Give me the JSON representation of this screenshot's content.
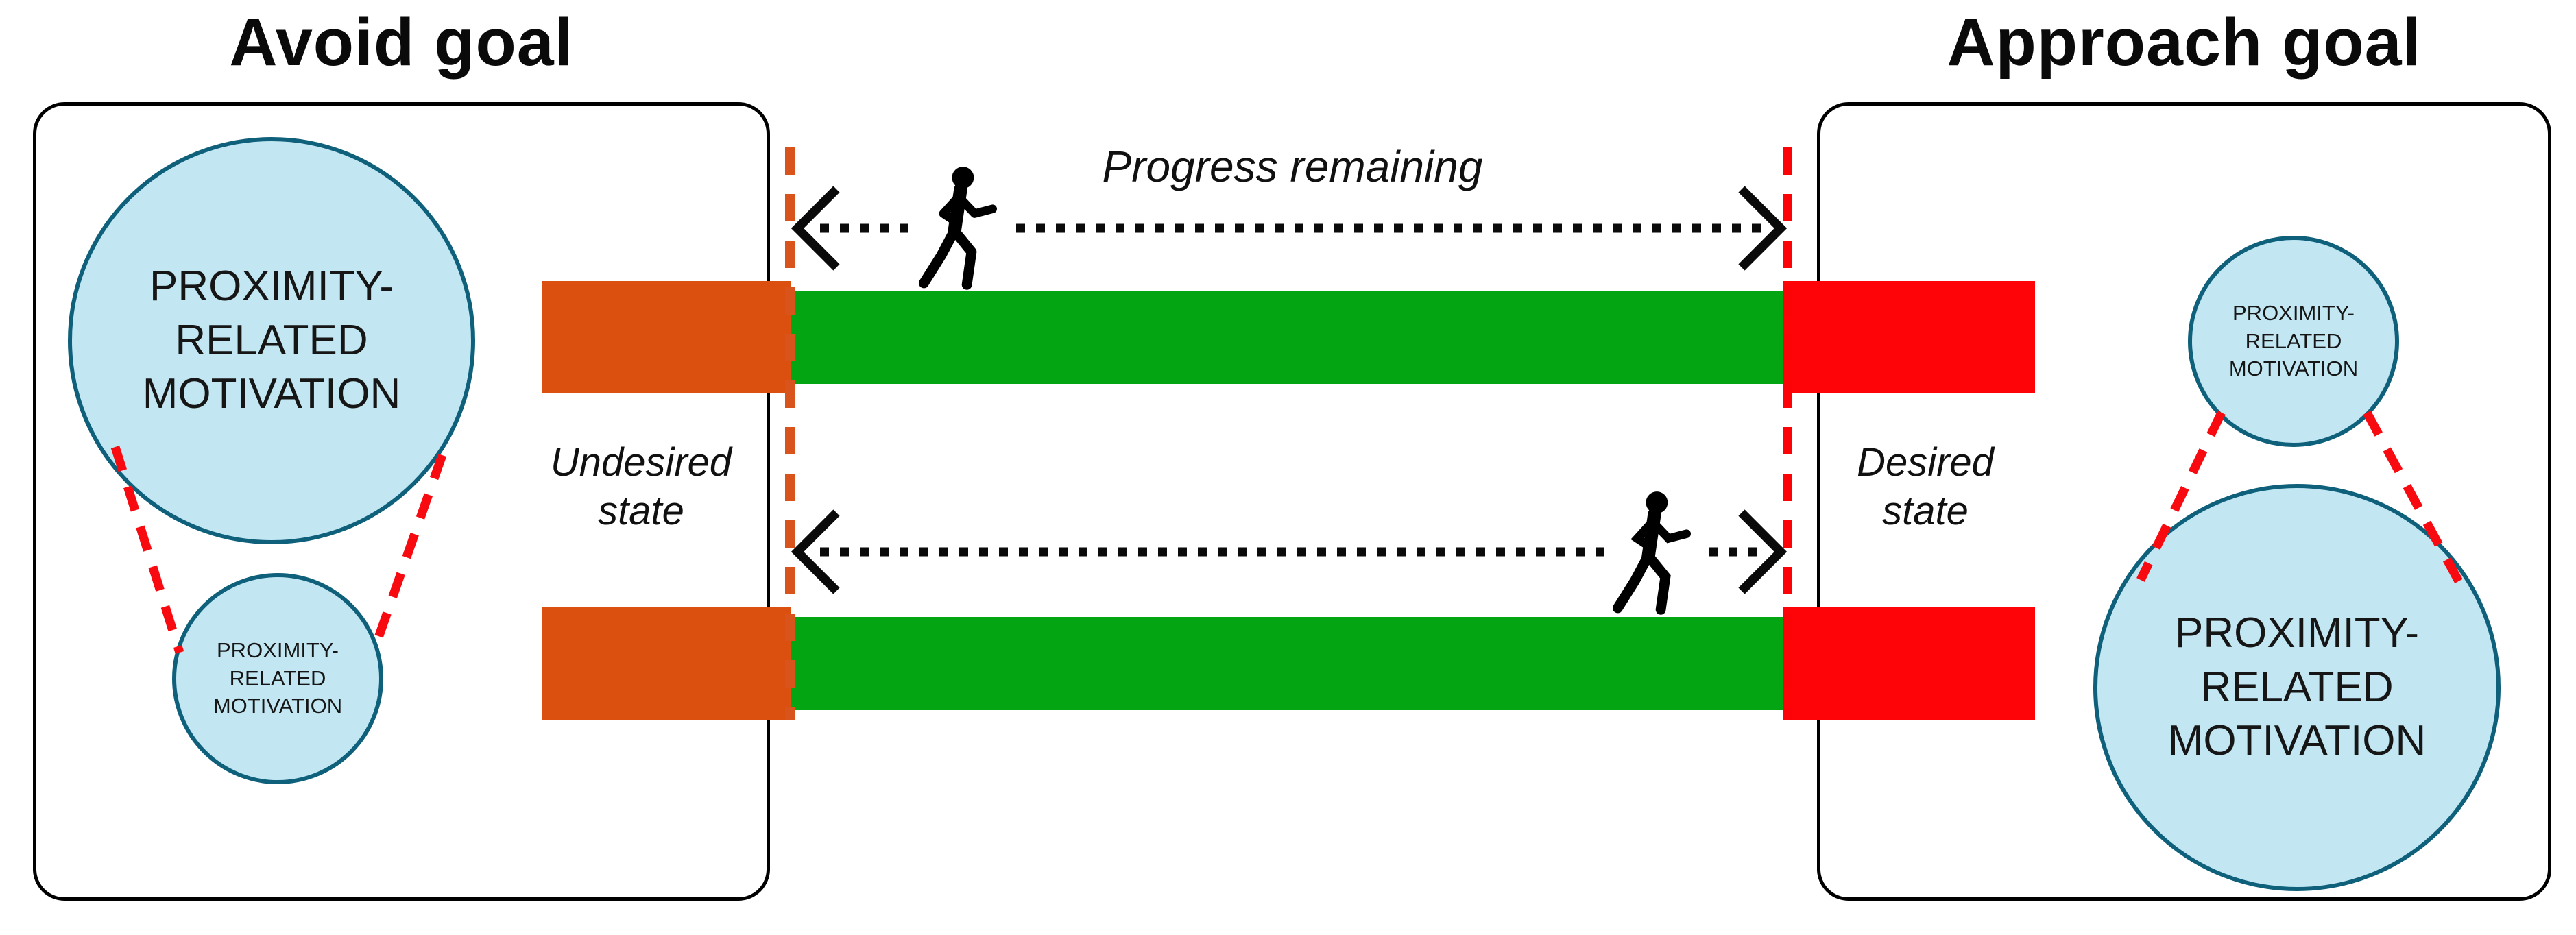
{
  "figure": {
    "avoid_goal": {
      "title": "Avoid goal",
      "large_circle_lines": [
        "PROXIMITY-",
        "RELATED",
        "MOTIVATION"
      ],
      "small_circle_lines": [
        "PROXIMITY-",
        "RELATED",
        "MOTIVATION"
      ],
      "state_label_lines": [
        "Undesired",
        "state"
      ]
    },
    "approach_goal": {
      "title": "Approach goal",
      "small_circle_lines": [
        "PROXIMITY-",
        "RELATED",
        "MOTIVATION"
      ],
      "large_circle_lines": [
        "PROXIMITY-",
        "RELATED",
        "MOTIVATION"
      ],
      "state_label_lines": [
        "Desired",
        "state"
      ]
    },
    "progress_label": "Progress remaining"
  },
  "icons": {
    "walking_person": "walking-person-icon",
    "arrowheads": "open-chevron-arrowheads",
    "arrow_style": "dotted-double-headed-arrow"
  },
  "colors": {
    "ink": "#0a0a0a",
    "box_outline": "#000000",
    "circle_fill": "#C2E7F3",
    "circle_border": "#0F607B",
    "undesired_bar": "#DC500F",
    "path_bar": "#03A512",
    "desired_bar": "#FE0308",
    "undesired_state_dash": "#D9531C",
    "desired_state_dash": "#FB0307",
    "funnel_dash": "#F80B10",
    "text": "#101010"
  }
}
